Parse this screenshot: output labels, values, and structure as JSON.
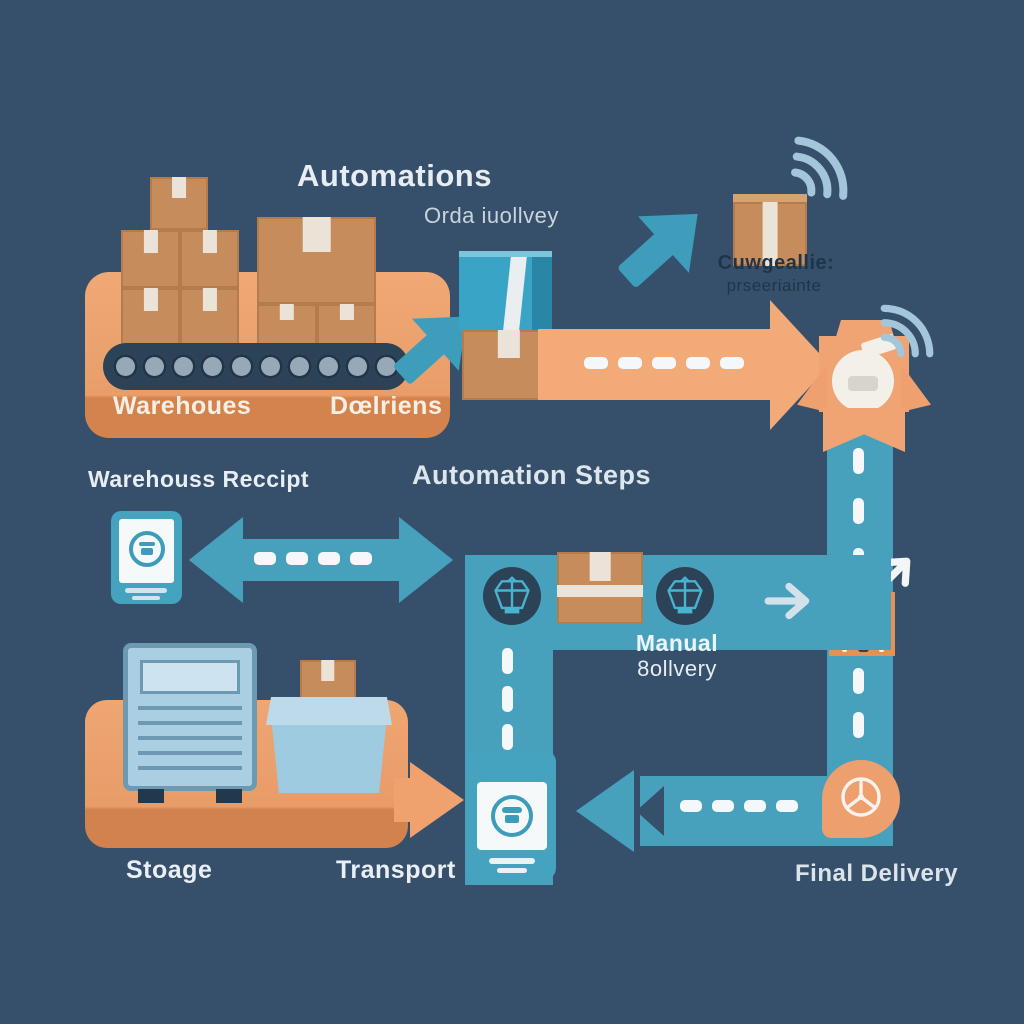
{
  "header": {
    "title": "Automations",
    "order_label": "Orda iuollvey"
  },
  "warehouse_station": {
    "label_left": "Warehoues",
    "label_right": "Dœlriens"
  },
  "smart_package": {
    "caption_line1": "Cuwgeallie:",
    "caption_line2": "prseeriainte"
  },
  "receipt_station": {
    "label": "Warehouss Reccipt"
  },
  "automation_steps": {
    "label": "Automation Steps"
  },
  "manual_step": {
    "line1": "Manual",
    "line2": "8ollvery"
  },
  "storage_station": {
    "label_left": "Stoage",
    "label_right": "Transport"
  },
  "final_delivery": {
    "label": "Final Delivery"
  },
  "colors": {
    "background": "#36506b",
    "teal_band": "#47a1bd",
    "teal_arrow": "#3f9dbc",
    "orange_platform": "#eca06f",
    "orange_arrow": "#f2aa79",
    "cardboard": "#c78c5c",
    "blue_box": "#39a4c6",
    "light_blue": "#aacfe2",
    "dark_navy": "#2b4257",
    "text_light": "#eef3f7",
    "text_dark": "#1e3549"
  },
  "icons": {
    "wifi": "wifi-signal-icon",
    "drone_node": "drone-node-icon",
    "scanner": "scanner-receipt-icon",
    "robot": "manual-worker-icon",
    "pin": "delivery-pin-icon",
    "conveyor": "conveyor-belt-icon",
    "truck": "storage-container-icon"
  }
}
